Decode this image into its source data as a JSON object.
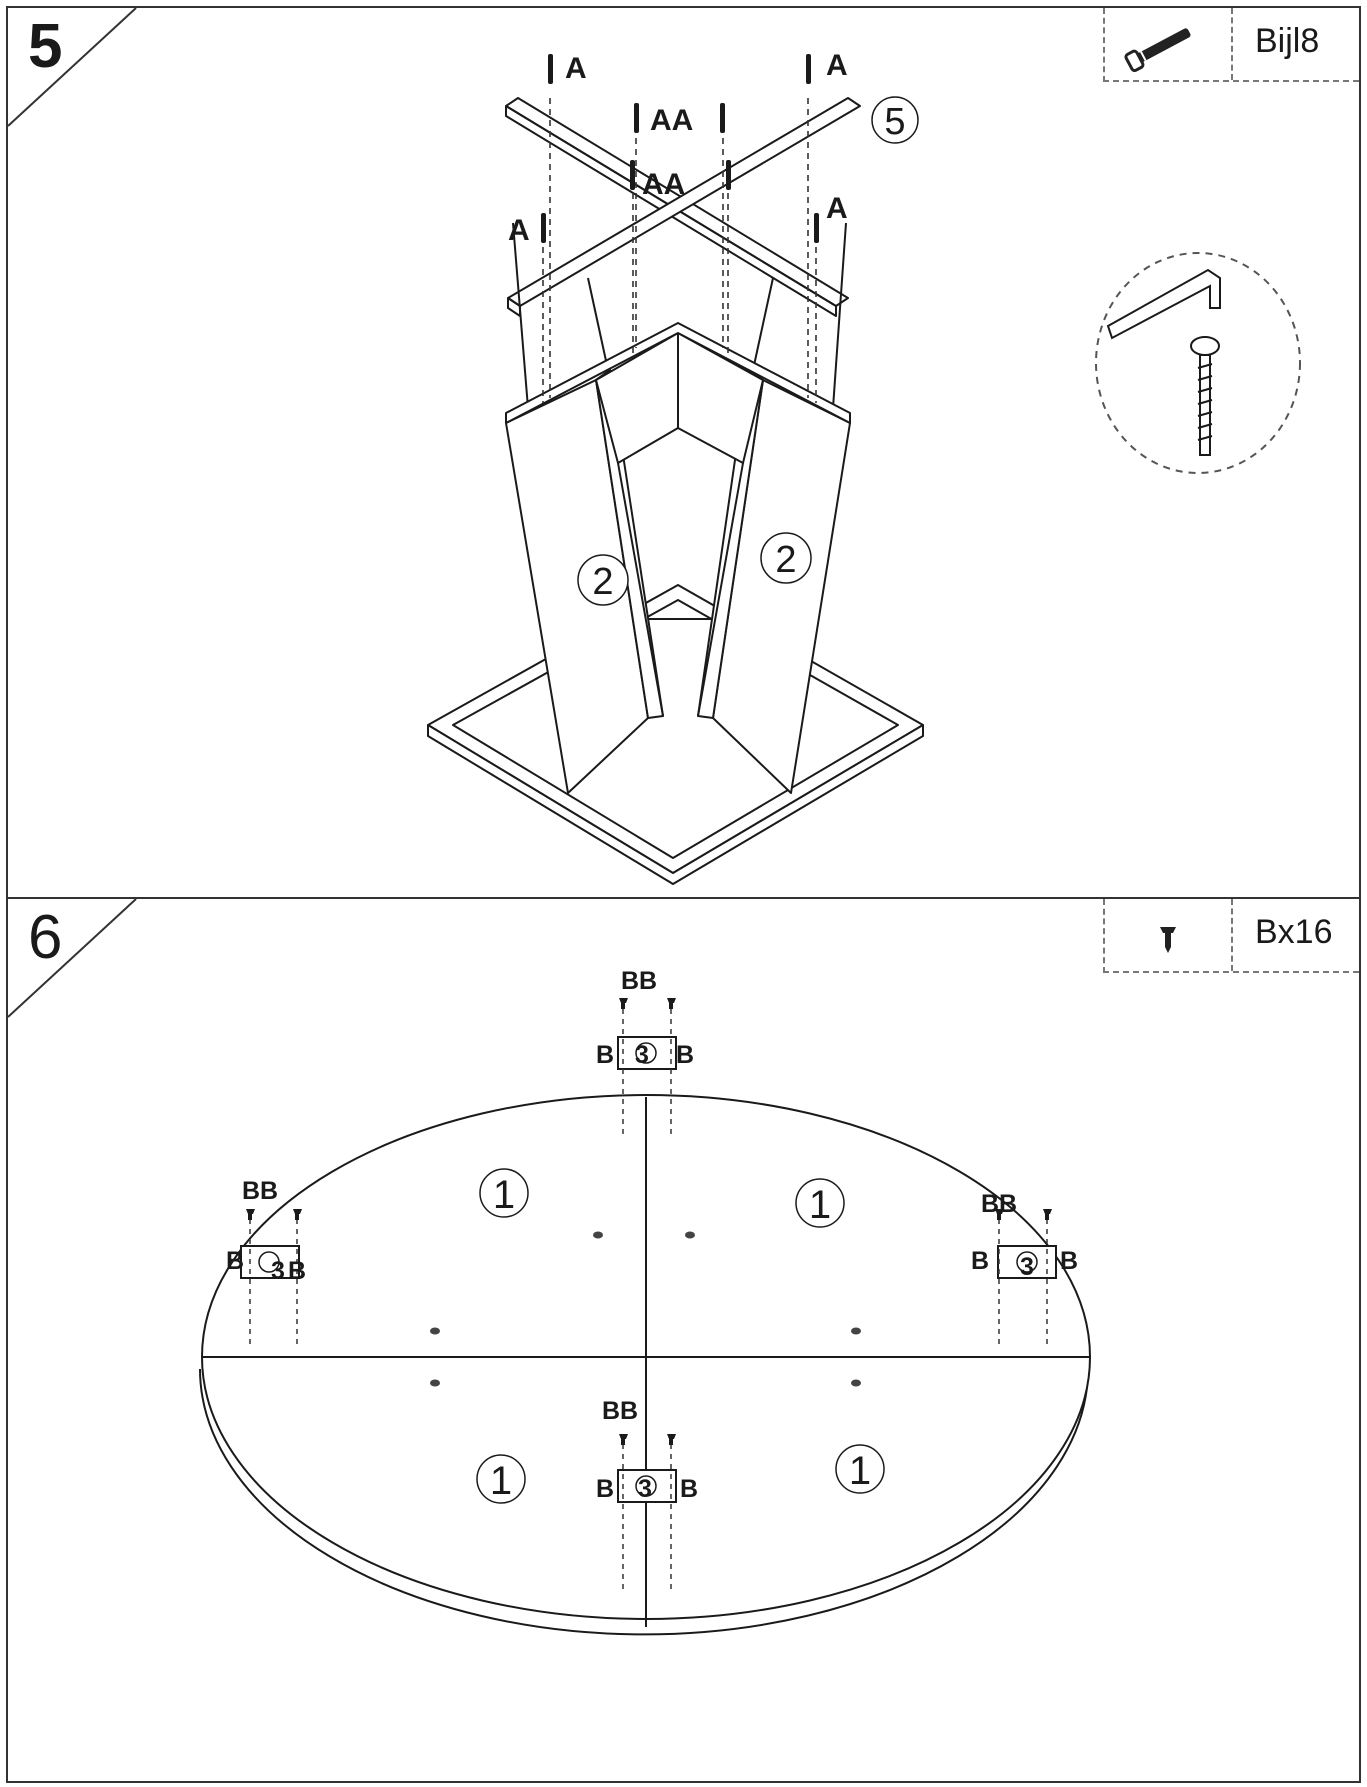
{
  "step5": {
    "number": "5",
    "hardware_count": "Bijl8",
    "hardware_icon": "bolt-icon",
    "labels": {
      "bolt_a": "A",
      "bolt_aa": "AA",
      "part_crossbar": "5",
      "part_panel": "2"
    }
  },
  "step6": {
    "number": "6",
    "hardware_count": "Bx16",
    "hardware_icon": "screw-icon",
    "labels": {
      "screw_bb": "BB",
      "screw_b": "B",
      "part_top": "1",
      "part_bracket": "3"
    }
  },
  "colors": {
    "line": "#1a1a1a",
    "border": "#333333",
    "dash": "#777777"
  }
}
